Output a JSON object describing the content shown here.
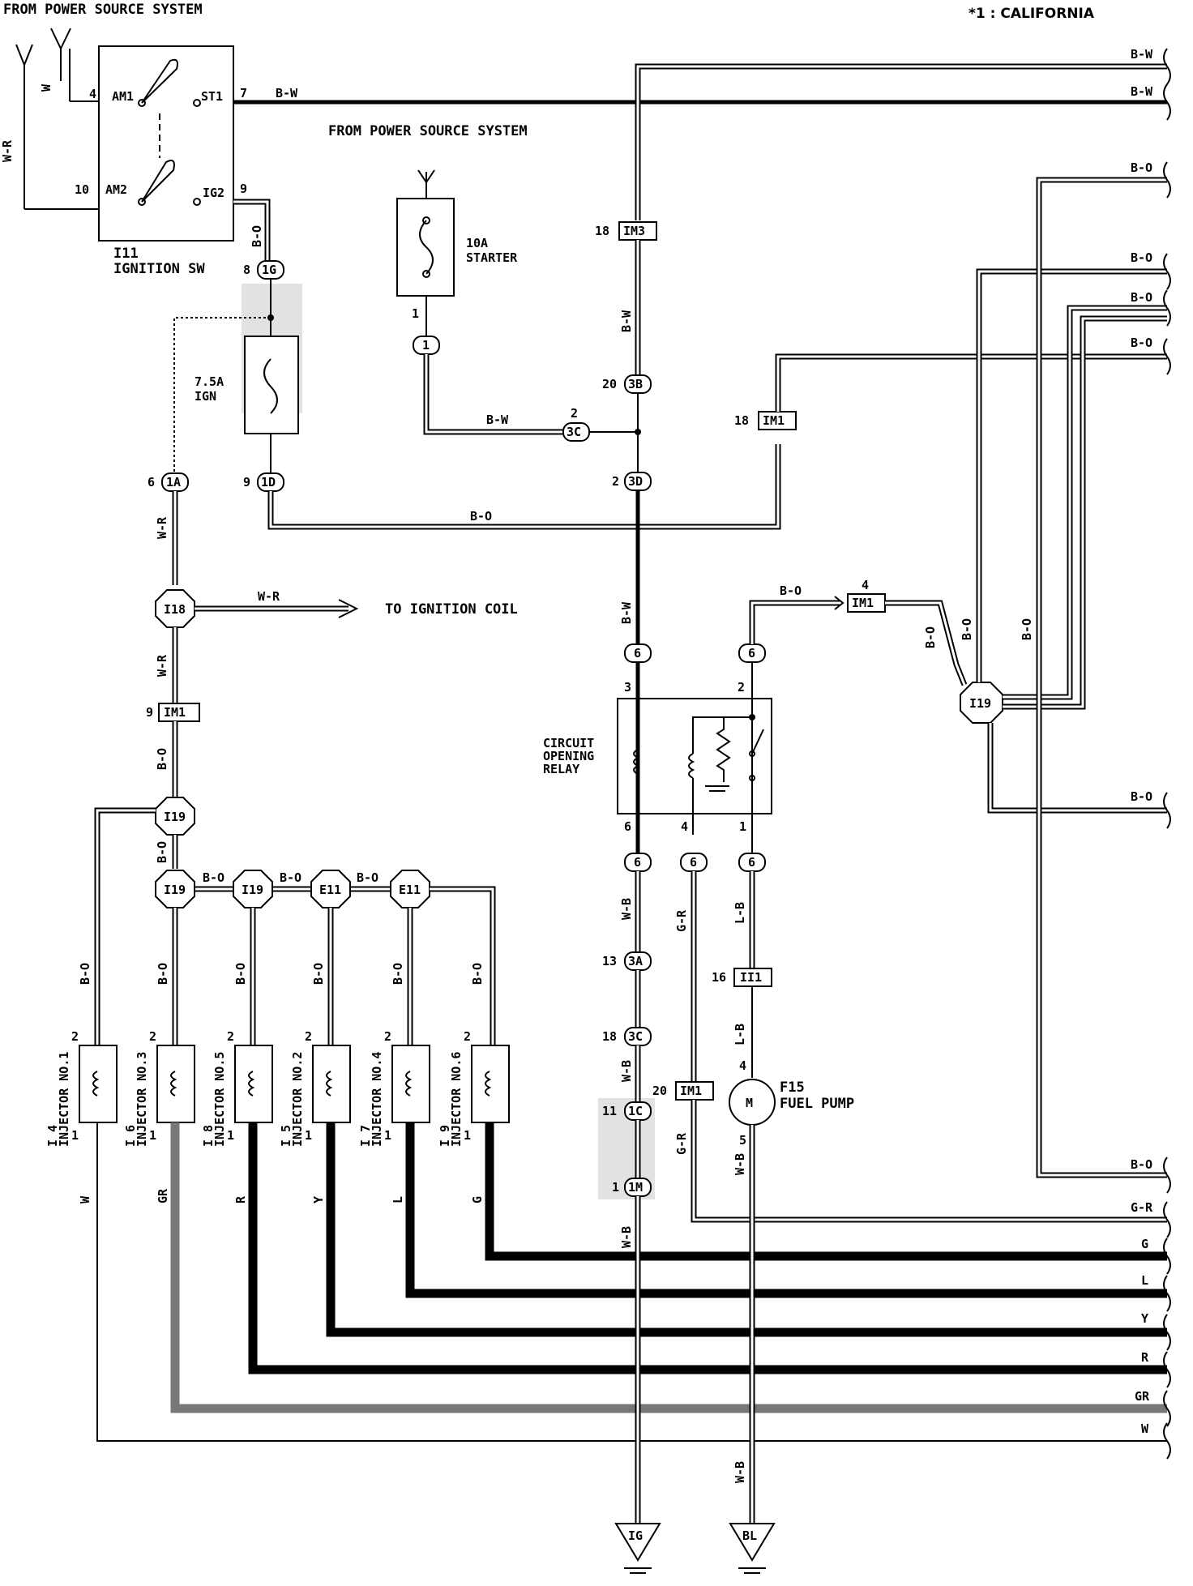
{
  "header": {
    "left": "FROM POWER SOURCE SYSTEM",
    "right": "*1 : CALIFORNIA",
    "mid": "FROM POWER SOURCE SYSTEM"
  },
  "ignition_switch": {
    "code": "I11",
    "name": "IGNITION SW",
    "terminals": {
      "am1": "AM1",
      "am2": "AM2",
      "st1": "ST1",
      "ig2": "IG2"
    },
    "pins": {
      "am1": "4",
      "am2": "10",
      "st1": "7",
      "ig2": "9"
    }
  },
  "fuses": {
    "starter": {
      "rating": "10A",
      "name": "STARTER",
      "pin": "1",
      "connector": "1"
    },
    "ign": {
      "rating": "7.5A",
      "name": "IGN"
    }
  },
  "wire_colors": {
    "w": "W",
    "wr": "W-R",
    "bw": "B-W",
    "bo": "B-O",
    "wb": "W-B",
    "gr": "G-R",
    "lb": "L-B",
    "g": "G",
    "l": "L",
    "y": "Y",
    "r": "R",
    "grey": "GR"
  },
  "connectors": {
    "c1g": "1G",
    "c1g_pin": "8",
    "c1d": "1D",
    "c1d_pin": "9",
    "c1a": "1A",
    "c1a_pin": "6",
    "c3c": "3C",
    "c3c_pin": "2",
    "c3b": "3B",
    "c3b_pin": "20",
    "c3d": "3D",
    "c3d_pin": "2",
    "im3": "IM3",
    "im3_pin": "18",
    "im1_top": "IM1",
    "im1_top_pin": "18",
    "im1_mid": "IM1",
    "im1_mid_pin": "4",
    "i18": "I18",
    "im1_left": "IM1",
    "im1_left_pin": "9",
    "i19": "I19",
    "e11": "E11",
    "c6": "6",
    "c3a": "3A",
    "c3a_pin": "13",
    "c3c2": "3C",
    "c3c2_pin": "18",
    "im1_b": "IM1",
    "im1_b_pin": "20",
    "ii1": "II1",
    "ii1_pin": "16",
    "c1c": "1C",
    "c1c_pin": "11",
    "c1m": "1M",
    "c1m_pin": "1"
  },
  "labels": {
    "to_ignition_coil": "TO IGNITION COIL",
    "relay": [
      "CIRCUIT",
      "OPENING",
      "RELAY"
    ],
    "relay_pins": {
      "p3": "3",
      "p2": "2",
      "p6": "6",
      "p4": "4",
      "p1": "1"
    },
    "fuel_pump_code": "F15",
    "fuel_pump_name": "FUEL PUMP",
    "fuel_pump_pins": {
      "p4": "4",
      "p5": "5"
    },
    "motor": "M",
    "ground_ig": "IG",
    "ground_bl": "BL"
  },
  "injectors": [
    {
      "code": "I 4",
      "name": "INJECTOR NO.1",
      "wire": "W",
      "pin_top": "2",
      "pin_bot": "1"
    },
    {
      "code": "I 6",
      "name": "INJECTOR NO.3",
      "wire": "GR",
      "pin_top": "2",
      "pin_bot": "1"
    },
    {
      "code": "I 8",
      "name": "INJECTOR NO.5",
      "wire": "R",
      "pin_top": "2",
      "pin_bot": "1"
    },
    {
      "code": "I 5",
      "name": "INJECTOR NO.2",
      "wire": "Y",
      "pin_top": "2",
      "pin_bot": "1"
    },
    {
      "code": "I 7",
      "name": "INJECTOR NO.4",
      "wire": "L",
      "pin_top": "2",
      "pin_bot": "1"
    },
    {
      "code": "I 9",
      "name": "INJECTOR NO.6",
      "wire": "G",
      "pin_top": "2",
      "pin_bot": "1"
    }
  ],
  "right_edge_wires": [
    "B-W",
    "B-W",
    "B-O",
    "B-O",
    "B-O",
    "B-O",
    "B-O",
    "B-O",
    "G-R",
    "G",
    "L",
    "Y",
    "R",
    "GR",
    "W"
  ]
}
